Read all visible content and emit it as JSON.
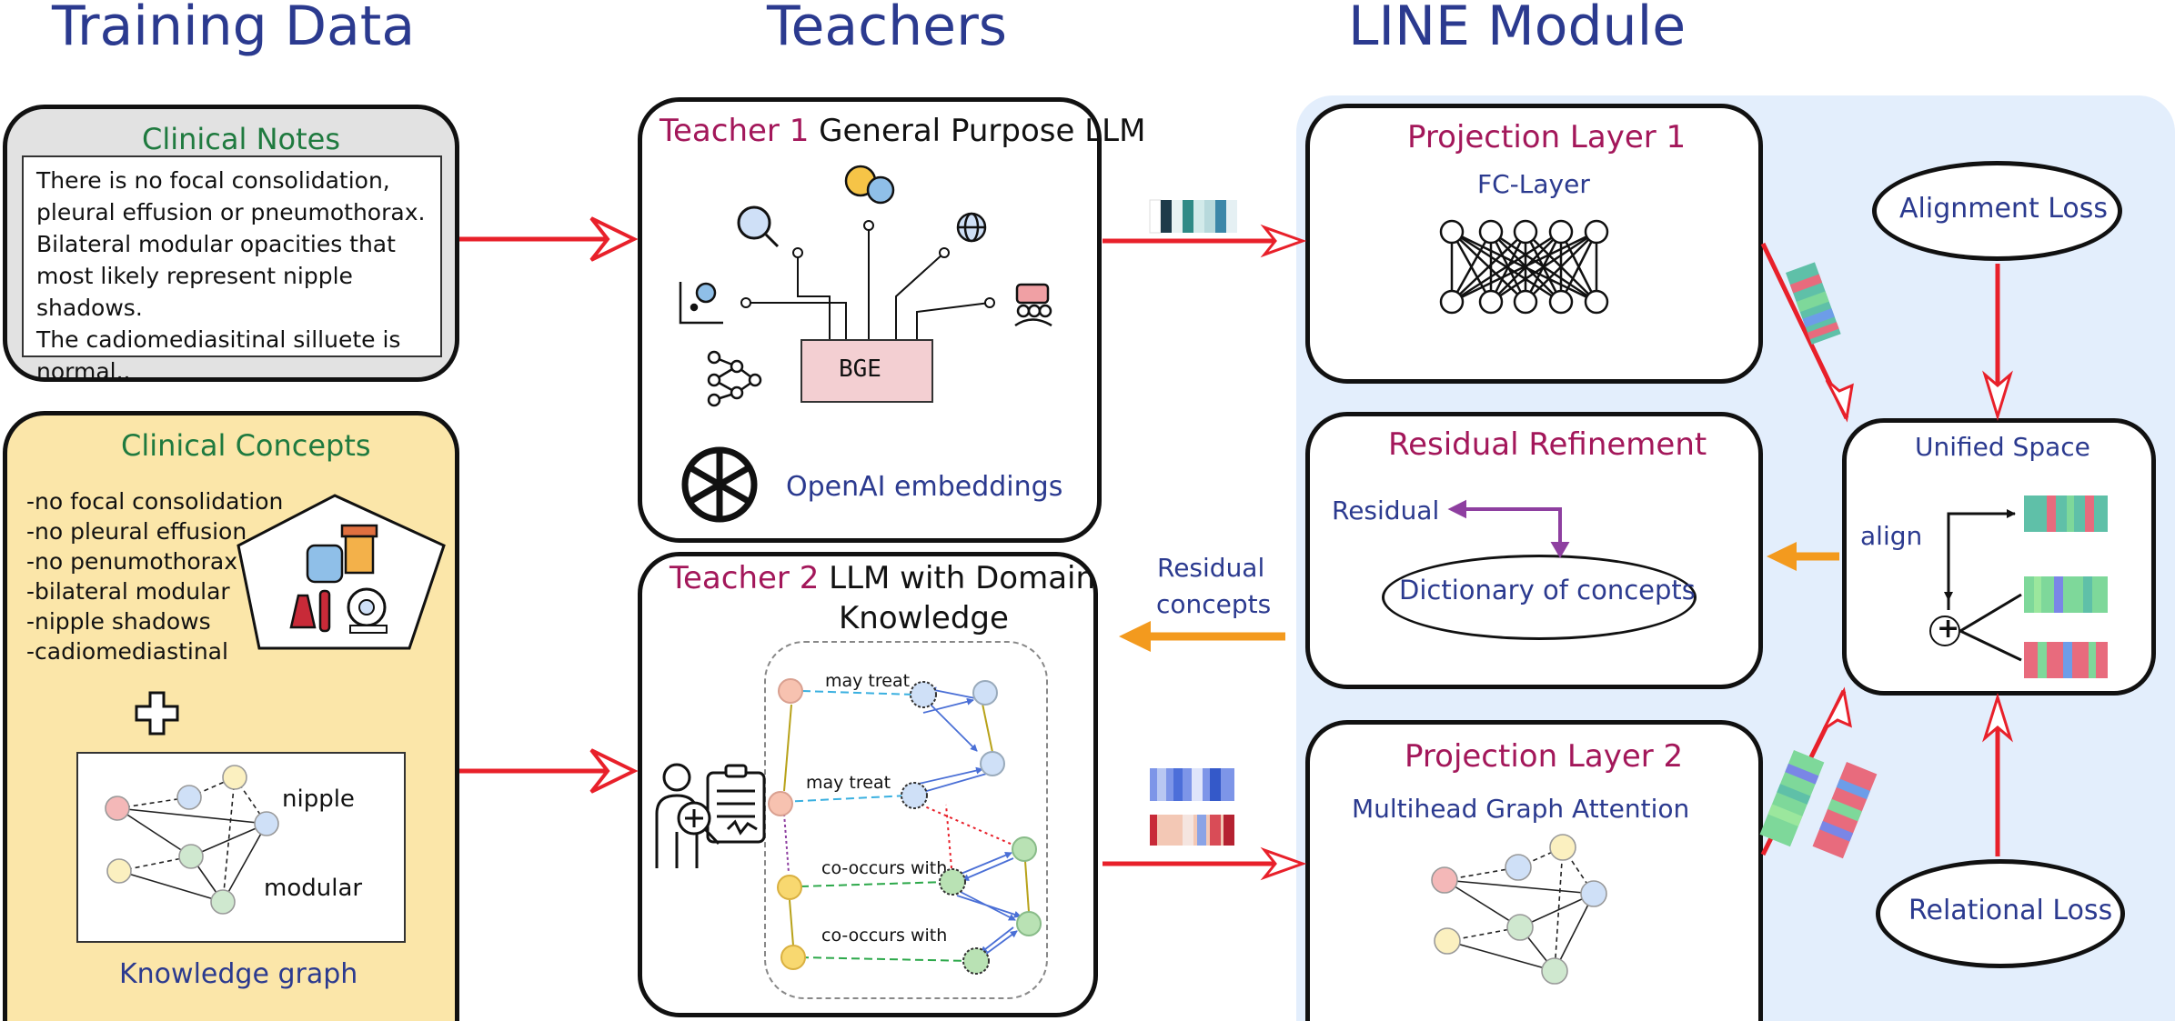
{
  "sections": {
    "training_data": "Training Data",
    "teachers": "Teachers",
    "line_module": "LINE Module"
  },
  "clinical_notes": {
    "title": "Clinical Notes",
    "lines": [
      "There is no focal consolidation,",
      "pleural effusion or pneumothorax.",
      "Bilateral modular opacities that",
      "most likely represent nipple shadows.",
      "The cadiomediasitinal silluete is",
      "normal.."
    ]
  },
  "clinical_concepts": {
    "title": "Clinical Concepts",
    "items": [
      "-no focal consolidation",
      "-no pleural effusion",
      "-no penumothorax",
      "-bilateral modular",
      "-nipple shadows",
      "-cadiomediastinal"
    ],
    "kg_labels": [
      "nipple",
      "modular"
    ],
    "kg_caption": "Knowledge graph"
  },
  "teacher1": {
    "prefix": "Teacher 1",
    "title": "General Purpose LLM",
    "bge_label": "BGE",
    "openai_label": "OpenAI embeddings"
  },
  "teacher2": {
    "prefix": "Teacher 2",
    "title_line1": "LLM with Domain",
    "title_line2": "Knowledge",
    "edge_labels": [
      "may treat",
      "may treat",
      "co-occurs with",
      "co-occurs with"
    ]
  },
  "residual_arrow_label": {
    "line1": "Residual",
    "line2": "concepts"
  },
  "projection1": {
    "title": "Projection Layer 1",
    "subtitle": "FC-Layer"
  },
  "residual_refinement": {
    "title": "Residual Refinement",
    "residual_label": "Residual",
    "dictionary_label": "Dictionary of concepts"
  },
  "projection2": {
    "title": "Projection Layer 2",
    "subtitle": "Multihead Graph Attention"
  },
  "alignment_loss": "Alignment Loss",
  "relational_loss": "Relational Loss",
  "unified_space": {
    "title": "Unified Space",
    "align_label": "align",
    "plus_symbol": "+"
  },
  "colors": {
    "title_blue": "#2b3a8f",
    "green_title": "#1f7a3f",
    "maroon": "#a3175a",
    "red_arrow": "#e8202a",
    "orange_arrow": "#f39a1e",
    "purple": "#8e3fa0",
    "panel_blue": "#e3eefc",
    "notes_grey": "#e2e2e2",
    "concepts_yellow": "#fbe6a9"
  }
}
